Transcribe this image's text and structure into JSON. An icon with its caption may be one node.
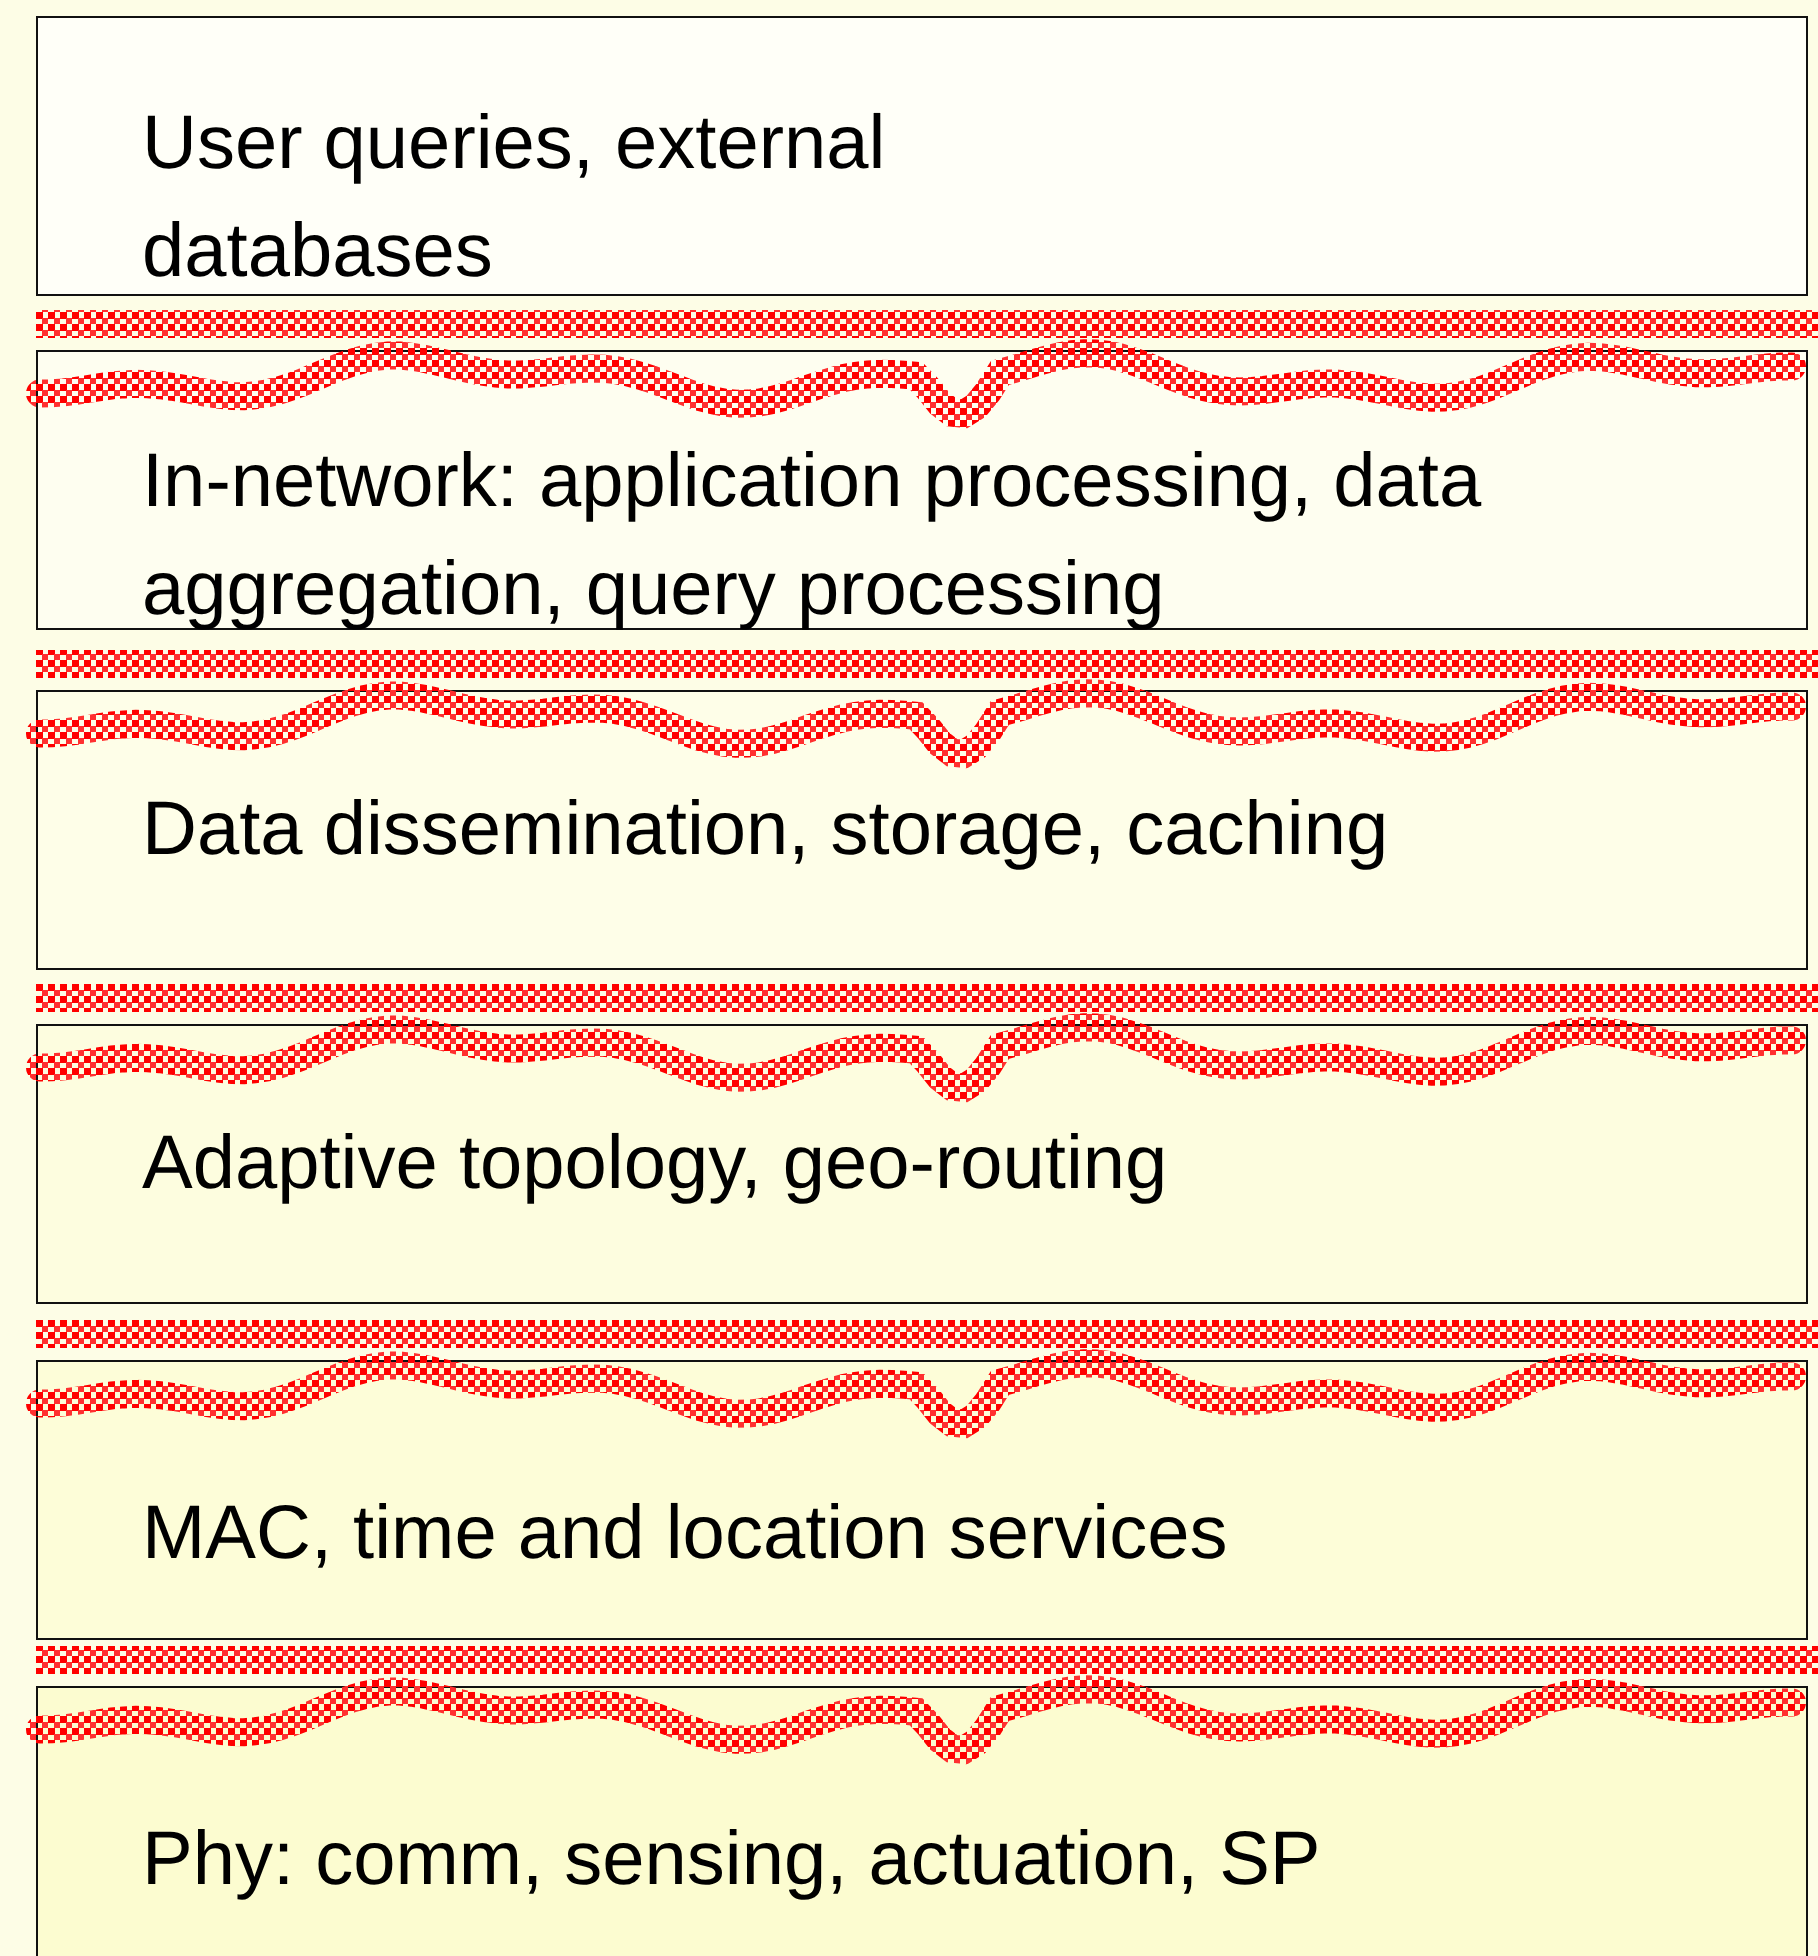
{
  "diagram": {
    "nodes": [
      {
        "text": [
          "User queries, external databases"
        ]
      },
      {
        "text": [
          "In-network: application processing, data aggregation, query processing"
        ]
      },
      {
        "text": [
          "Data dissemination, storage, caching"
        ]
      },
      {
        "text": [
          "Adaptive topology, geo-routing"
        ]
      },
      {
        "text": [
          "MAC, time and location services"
        ]
      },
      {
        "text": [
          "Phy: comm, sensing, actuation, SP"
        ]
      }
    ]
  }
}
